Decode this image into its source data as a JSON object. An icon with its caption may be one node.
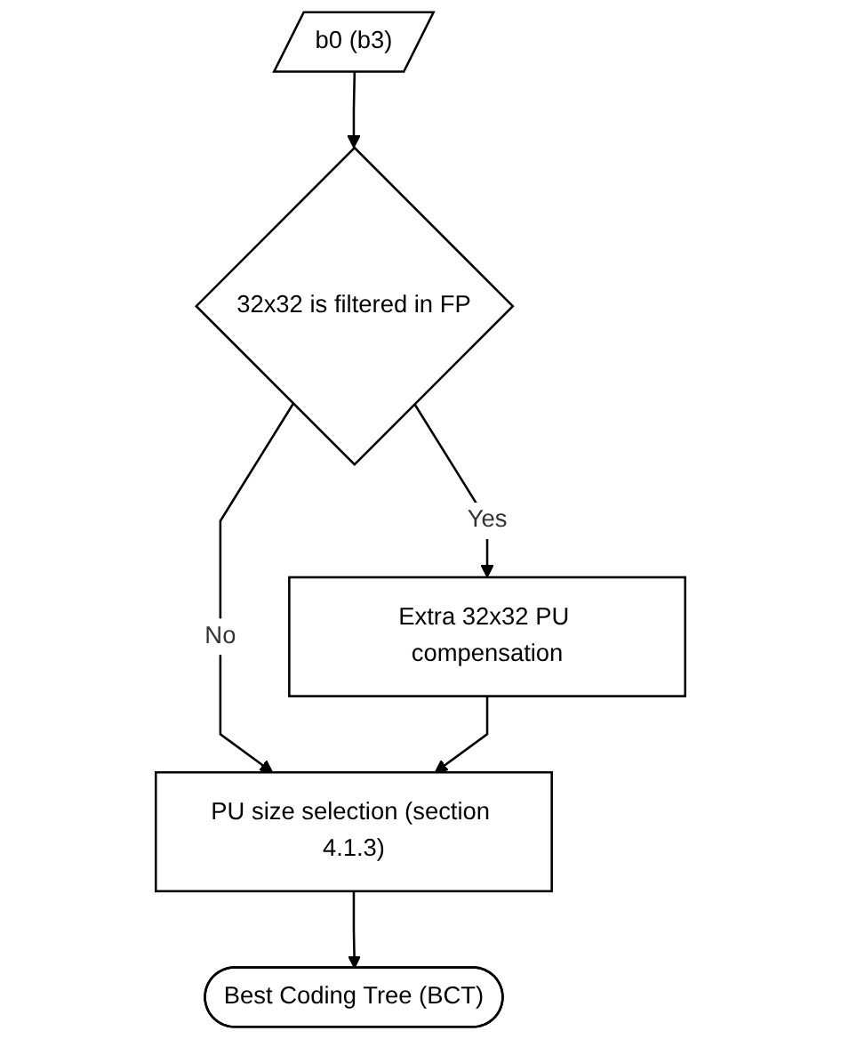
{
  "diagram": {
    "nodes": [
      {
        "text": [
          "b0 (b3)"
        ]
      },
      {
        "text": [
          "32x32 is filtered in FP"
        ]
      },
      {
        "text": [
          "Extra 32x32 PU compensation"
        ]
      },
      {
        "text": [
          "PU size selection (section 4.1.3)"
        ]
      },
      {
        "text": [
          "Best Coding Tree (BCT)"
        ]
      }
    ],
    "edges": [
      {
        "from": 0,
        "to": 1,
        "arrow": "to"
      },
      {
        "from": 1,
        "to": 2,
        "arrow": "to",
        "label": "Yes"
      },
      {
        "from": 1,
        "to": 3,
        "arrow": "to",
        "label": "No"
      },
      {
        "from": 2,
        "to": 3,
        "arrow": "to"
      },
      {
        "from": 3,
        "to": 4,
        "arrow": "to"
      }
    ]
  }
}
